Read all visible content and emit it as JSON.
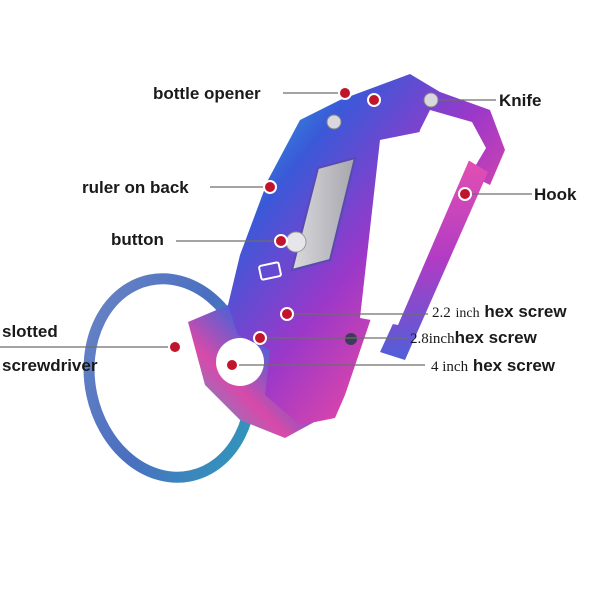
{
  "labels": {
    "bottle_opener": "bottle opener",
    "knife": "Knife",
    "ruler_on_back": "ruler on back",
    "hook": "Hook",
    "button": "button",
    "slotted": "slotted",
    "screwdriver": "screwdriver",
    "hex_22_size": "2.2",
    "hex_22_unit": "inch",
    "hex_22_name": "hex screw",
    "hex_28_size": "2.8inch",
    "hex_28_name": "hex screw",
    "hex_4_size": "4 inch",
    "hex_4_name": "hex screw"
  },
  "colors": {
    "marker_red": "#c0152a",
    "leader_line": "#6d6d6d",
    "ring": "#5a7cc4",
    "body_blue": "#3a59d8",
    "body_purple": "#9b38c9",
    "body_pink": "#e046a8",
    "body_teal": "#27b8c8"
  }
}
